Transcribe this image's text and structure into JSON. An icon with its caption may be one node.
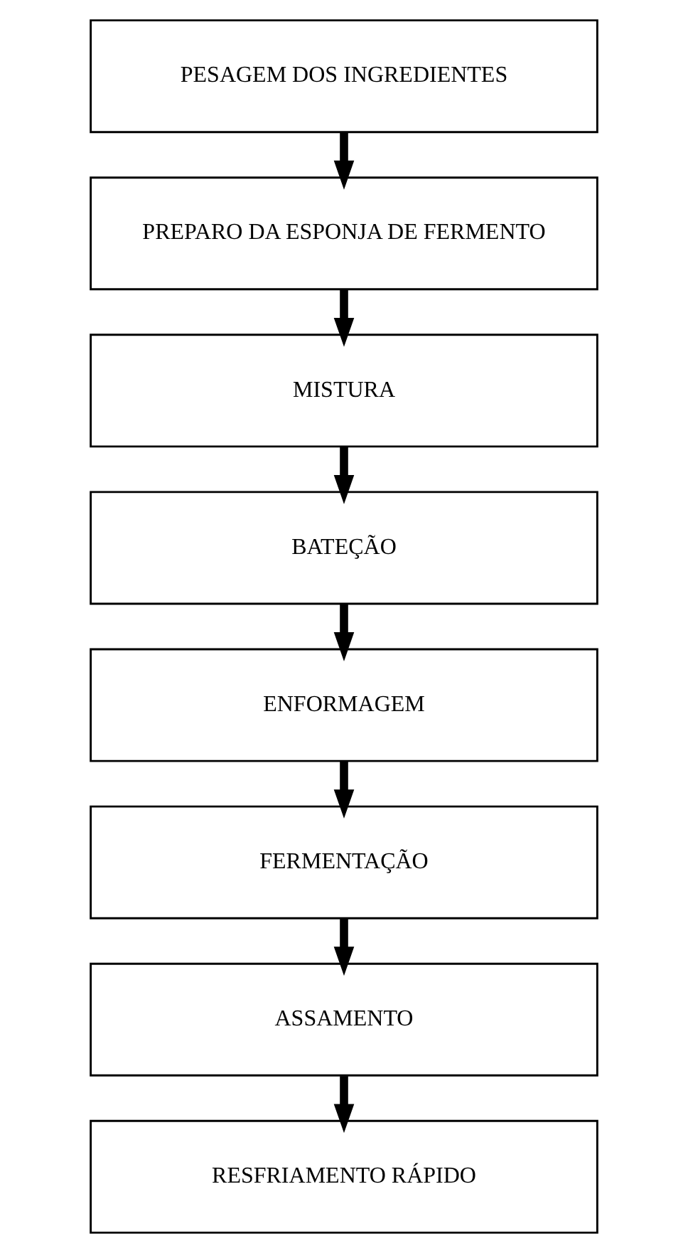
{
  "diagram": {
    "nodes": [
      {
        "text": [
          "PESAGEM DOS INGREDIENTES"
        ]
      },
      {
        "text": [
          "PREPARO DA ESPONJA DE FERMENTO"
        ]
      },
      {
        "text": [
          "MISTURA"
        ]
      },
      {
        "text": [
          "BATEÇÃO"
        ]
      },
      {
        "text": [
          "ENFORMAGEM"
        ]
      },
      {
        "text": [
          "FERMENTAÇÃO"
        ]
      },
      {
        "text": [
          "ASSAMENTO"
        ]
      },
      {
        "text": [
          "RESFRIAMENTO RÁPIDO"
        ]
      }
    ],
    "edges": [
      {
        "from": 0,
        "to": 1,
        "arrow": "to"
      },
      {
        "from": 1,
        "to": 2,
        "arrow": "to"
      },
      {
        "from": 2,
        "to": 3,
        "arrow": "to"
      },
      {
        "from": 3,
        "to": 4,
        "arrow": "to"
      },
      {
        "from": 4,
        "to": 5,
        "arrow": "to"
      },
      {
        "from": 5,
        "to": 6,
        "arrow": "to"
      },
      {
        "from": 6,
        "to": 7,
        "arrow": "to"
      }
    ]
  }
}
